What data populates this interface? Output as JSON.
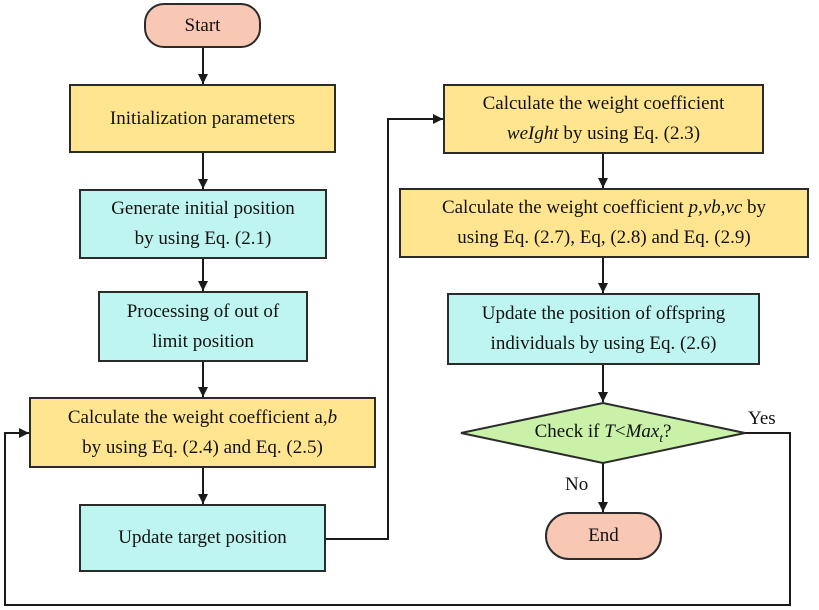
{
  "nodes": {
    "start": "Start",
    "init": "Initialization parameters",
    "generate": {
      "line1": "Generate initial position",
      "line2": "by using Eq. (2.1)"
    },
    "process": {
      "line1": "Processing of out of",
      "line2": "limit position"
    },
    "calc_ab": {
      "line1_prefix": "Calculate the weight coefficient a,",
      "line1_var": "b",
      "line2": "by using Eq. (2.4) and Eq. (2.5)"
    },
    "update_target": "Update target position",
    "calc_weight": {
      "line1": "Calculate the weight coefficient",
      "line2_var": "weIght",
      "line2_suffix": " by using Eq. (2.3)"
    },
    "calc_pvb": {
      "line1_prefix": "Calculate the weight coefficient ",
      "line1_var": "p,vb,vc",
      "line1_suffix": " by",
      "line2": "using Eq. (2.7), Eq, (2.8) and Eq. (2.9)"
    },
    "update_offspring": {
      "line1": "Update the position of offspring",
      "line2": "individuals by using Eq. (2.6)"
    },
    "check": {
      "prefix": "Check if ",
      "var_T": "T",
      "lt": "<",
      "var_max": "Max",
      "sub": "t",
      "suffix": "?"
    },
    "end": "End"
  },
  "labels": {
    "yes": "Yes",
    "no": "No"
  },
  "colors": {
    "process_yellow": "#ffe58f",
    "process_cyan": "#bff5f0",
    "terminal": "#f8c8b4",
    "decision": "#c9f2a8",
    "line": "#1a1a1a"
  }
}
